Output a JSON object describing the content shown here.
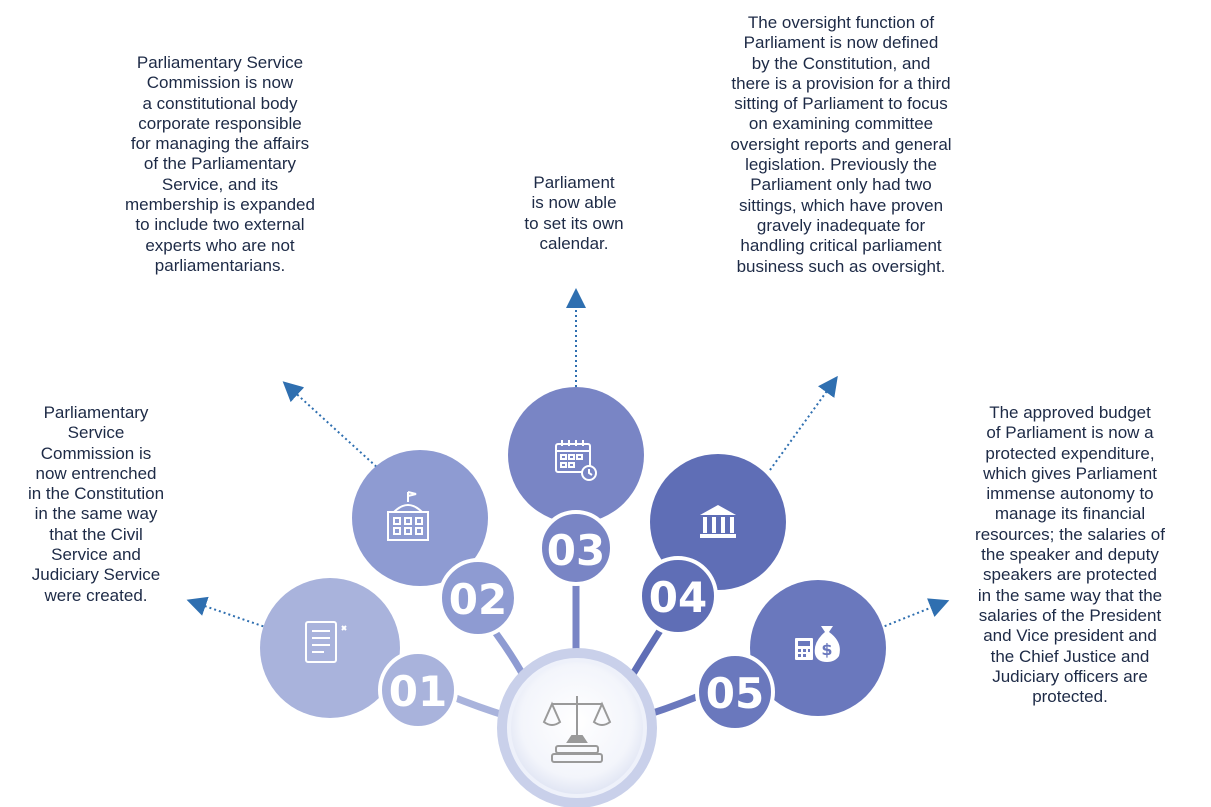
{
  "items": [
    {
      "number": "01",
      "icon": "scroll-document-icon",
      "color": "#a9b3dc",
      "text": "Parliamentary\nService\nCommission is\nnow entrenched\nin the Constitution\nin the same way\nthat the Civil\nService and\nJudiciary Service\nwere created."
    },
    {
      "number": "02",
      "icon": "parliament-building-icon",
      "color": "#8e9bd2",
      "text": "Parliamentary Service\nCommission is now\na constitutional body\ncorporate responsible\nfor managing the affairs\nof the Parliamentary\nService, and its\nmembership is expanded\nto include two external\nexperts who are not\nparliamentarians."
    },
    {
      "number": "03",
      "icon": "calendar-clock-icon",
      "color": "#7985c5",
      "text": "Parliament\nis now able\nto set its own\ncalendar."
    },
    {
      "number": "04",
      "icon": "institution-columns-icon",
      "color": "#5f6eb6",
      "text": "The oversight function of\nParliament is now defined\nby the Constitution, and\nthere is a provision for a third\nsitting of Parliament to focus\non examining committee\noversight reports and general\nlegislation. Previously the\nParliament only had two\nsittings, which have proven\ngravely inadequate for\nhandling critical parliament\nbusiness such as oversight."
    },
    {
      "number": "05",
      "icon": "money-bag-calculator-icon",
      "color": "#6a78bd",
      "text": "The approved budget\nof Parliament is now a\nprotected expenditure,\nwhich gives Parliament\nimmense autonomy to\nmanage its financial\nresources; the salaries of\nthe speaker and deputy\nspeakers are protected\nin the same way that the\nsalaries of the President\nand Vice president and\nthe Chief Justice and\nJudiciary officers are\nprotected."
    }
  ],
  "center_icon": "scales-of-justice-on-books-icon",
  "colors": {
    "text": "#1d2a46",
    "arrow": "#2f6fb0",
    "stem": "#6f7dbf",
    "center_ring": "#c9d0ea"
  }
}
